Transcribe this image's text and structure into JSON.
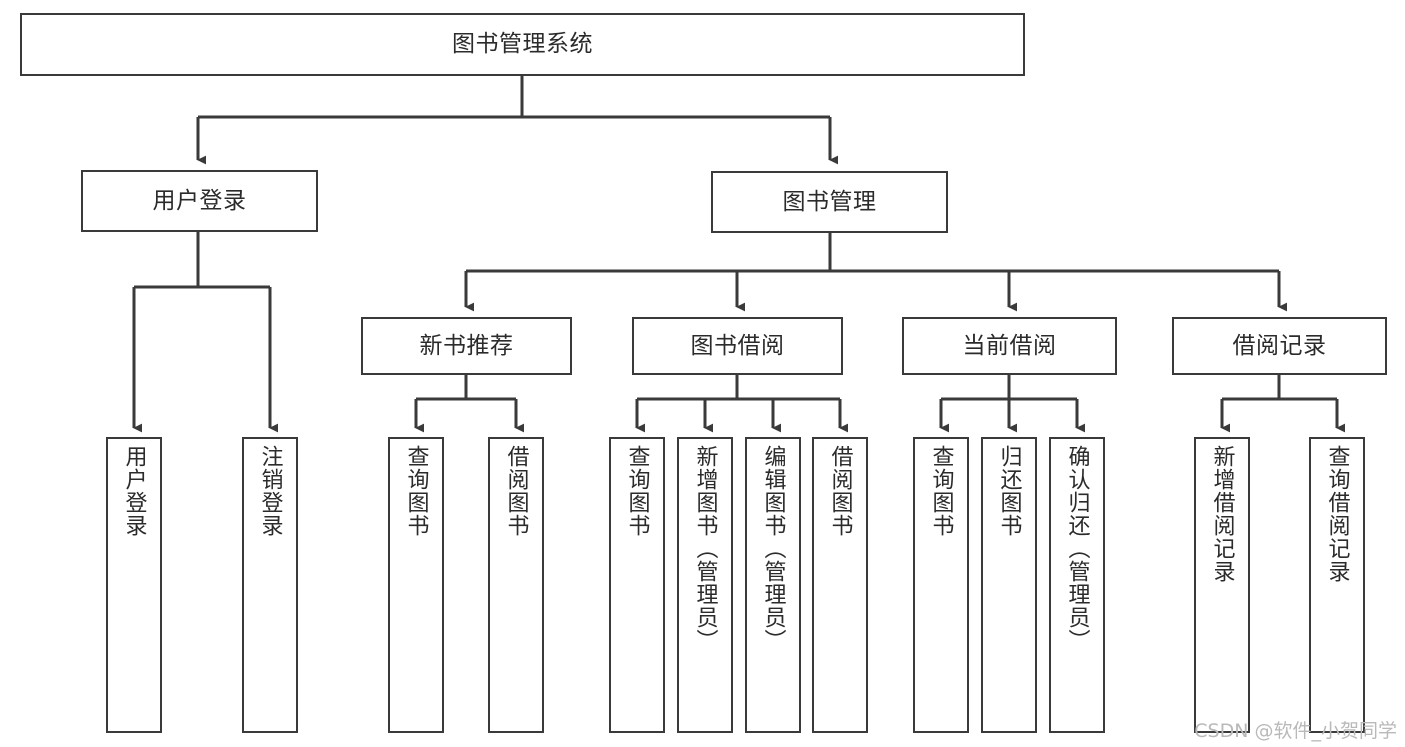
{
  "diagram": {
    "type": "tree",
    "title": "图书管理系统",
    "watermark": "CSDN @软件_小贺同学",
    "root": {
      "id": "root",
      "label": "图书管理系统"
    },
    "level2": [
      {
        "id": "user-login",
        "label": "用户登录"
      },
      {
        "id": "book-management",
        "label": "图书管理"
      }
    ],
    "level3": [
      {
        "id": "new-book-recommend",
        "label": "新书推荐"
      },
      {
        "id": "book-borrow",
        "label": "图书借阅"
      },
      {
        "id": "current-borrow",
        "label": "当前借阅"
      },
      {
        "id": "borrow-record",
        "label": "借阅记录"
      }
    ],
    "leaves": {
      "user_login": [
        {
          "id": "leaf-user-login",
          "label": "用户登录"
        },
        {
          "id": "leaf-logout-login",
          "label": "注销登录"
        }
      ],
      "new_book_recommend": [
        {
          "id": "leaf-query-book-1",
          "label": "查询图书"
        },
        {
          "id": "leaf-borrow-book-1",
          "label": "借阅图书"
        }
      ],
      "book_borrow": [
        {
          "id": "leaf-query-book-2",
          "label": "查询图书"
        },
        {
          "id": "leaf-add-book",
          "label": "新增图书（管理员）"
        },
        {
          "id": "leaf-edit-book",
          "label": "编辑图书（管理员）"
        },
        {
          "id": "leaf-borrow-book-2",
          "label": "借阅图书"
        }
      ],
      "current_borrow": [
        {
          "id": "leaf-query-book-3",
          "label": "查询图书"
        },
        {
          "id": "leaf-return-book",
          "label": "归还图书"
        },
        {
          "id": "leaf-confirm-return",
          "label": "确认归还（管理员）"
        }
      ],
      "borrow_record": [
        {
          "id": "leaf-add-record",
          "label": "新增借阅记录"
        },
        {
          "id": "leaf-query-record",
          "label": "查询借阅记录"
        }
      ]
    },
    "colors": {
      "stroke": "#3a3a3a",
      "text": "#2b2b2b",
      "background": "#ffffff",
      "watermark": "#b9b9b9"
    }
  }
}
